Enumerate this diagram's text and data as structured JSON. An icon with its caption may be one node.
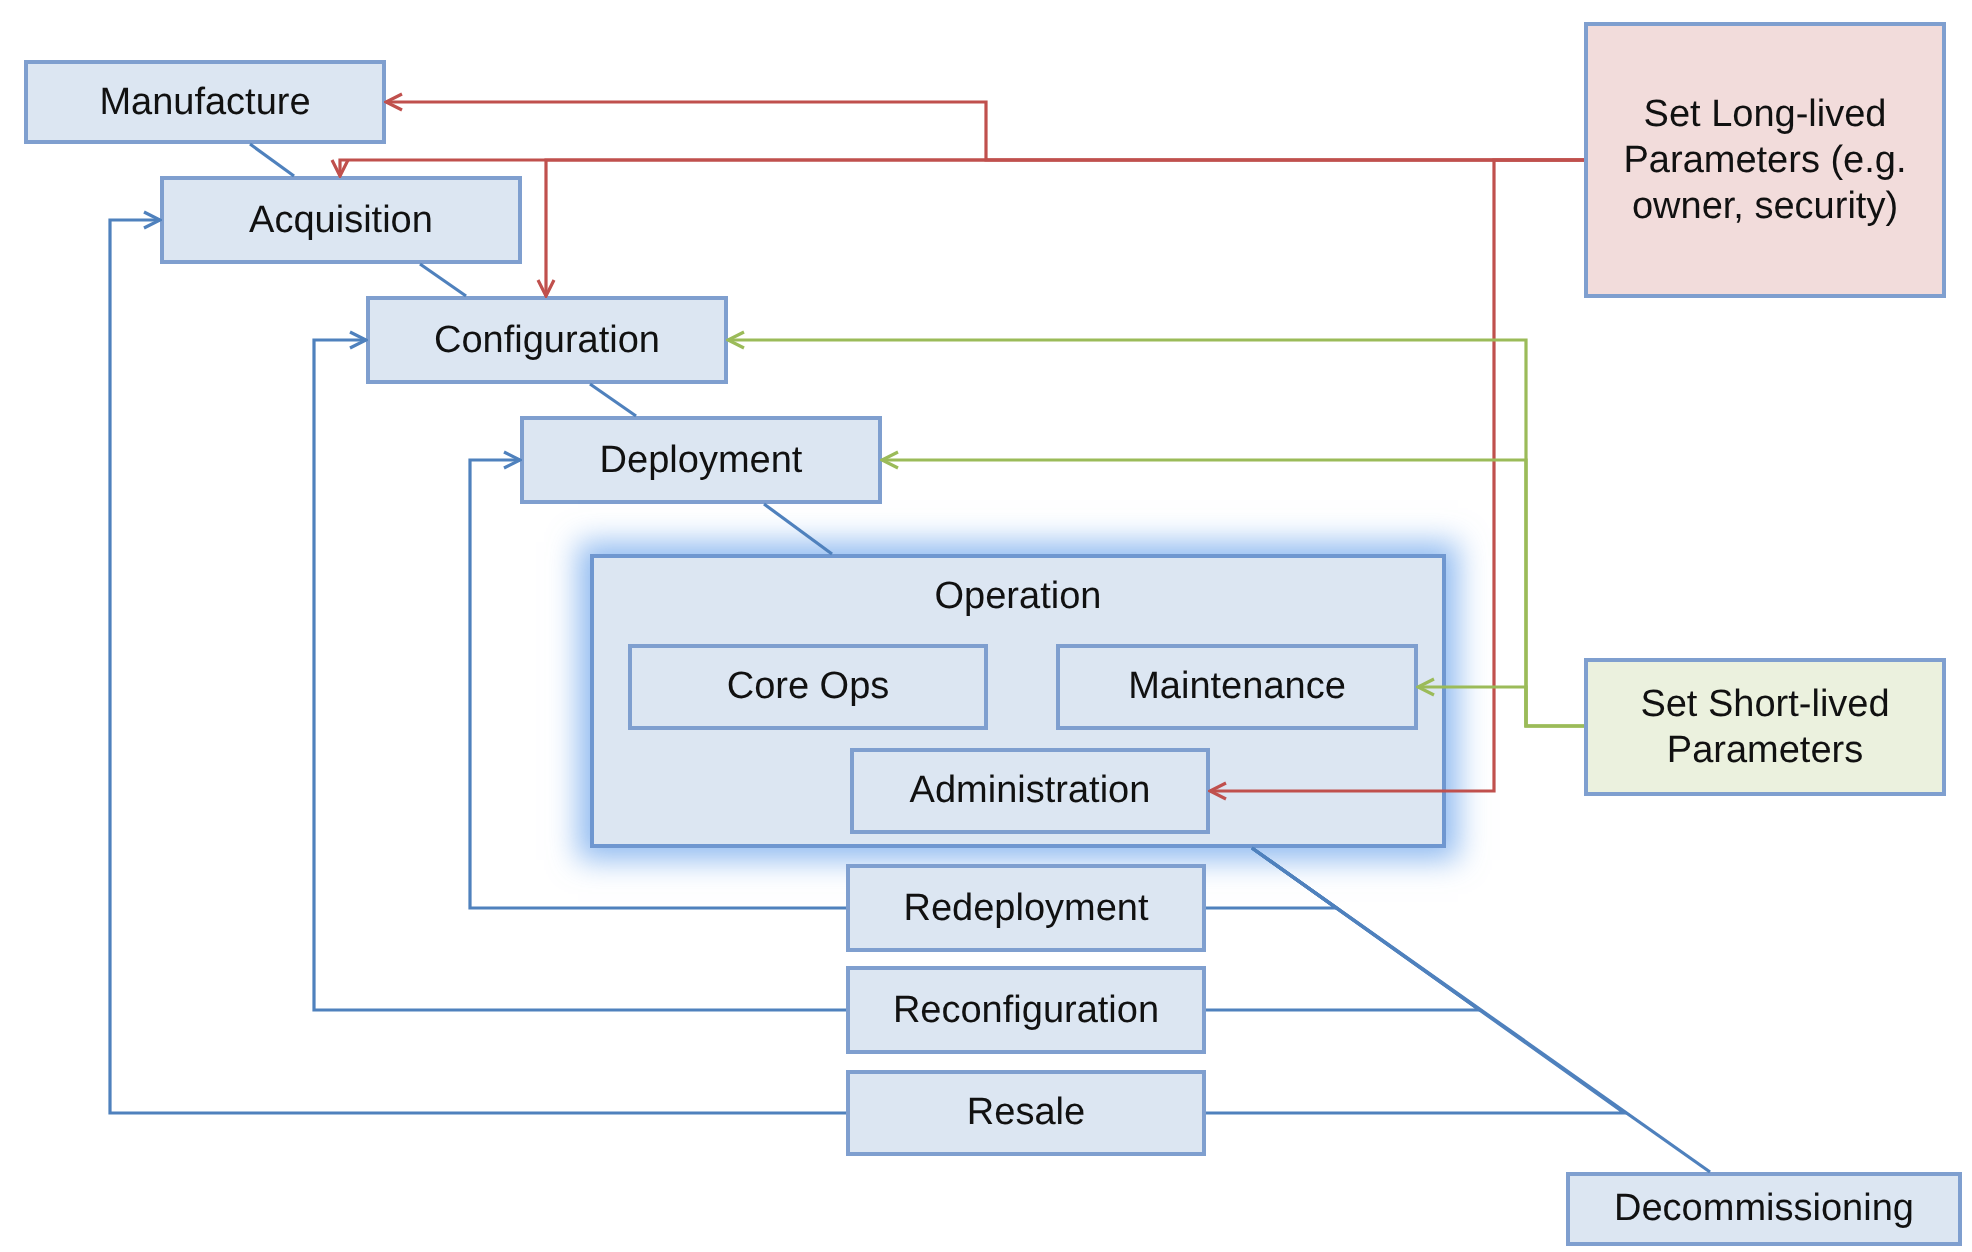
{
  "diagram": {
    "nodes": [
      {
        "text": [
          "Manufacture"
        ]
      },
      {
        "text": [
          "Acquisition"
        ]
      },
      {
        "text": [
          "Configuration"
        ]
      },
      {
        "text": [
          "Deployment"
        ]
      },
      {
        "text": [
          "Operation"
        ]
      },
      {
        "text": [
          "Core Ops"
        ],
        "in": 4
      },
      {
        "text": [
          "Maintenance"
        ],
        "in": 4
      },
      {
        "text": [
          "Administration"
        ],
        "in": 4
      },
      {
        "text": [
          "Redeployment"
        ]
      },
      {
        "text": [
          "Reconfiguration"
        ]
      },
      {
        "text": [
          "Resale"
        ]
      },
      {
        "text": [
          "Decommissioning"
        ]
      },
      {
        "text": [
          "Set Long-lived Parameters (e.g. owner, security)"
        ]
      },
      {
        "text": [
          "Set Short-lived Parameters"
        ]
      }
    ],
    "edges": [
      {
        "from": 0,
        "to": 1,
        "arrow": "none"
      },
      {
        "from": 1,
        "to": 2,
        "arrow": "none"
      },
      {
        "from": 2,
        "to": 3,
        "arrow": "none"
      },
      {
        "from": 3,
        "to": 4,
        "arrow": "none"
      },
      {
        "from": 4,
        "to": 11,
        "arrow": "none"
      },
      {
        "from": 4,
        "to": 8,
        "arrow": "none"
      },
      {
        "from": 4,
        "to": 9,
        "arrow": "none"
      },
      {
        "from": 4,
        "to": 10,
        "arrow": "none"
      },
      {
        "from": 8,
        "to": 3,
        "arrow": "to"
      },
      {
        "from": 9,
        "to": 2,
        "arrow": "to"
      },
      {
        "from": 10,
        "to": 1,
        "arrow": "to"
      },
      {
        "from": 12,
        "to": 0,
        "arrow": "to",
        "color": "#c0504d"
      },
      {
        "from": 12,
        "to": 1,
        "arrow": "to",
        "color": "#c0504d"
      },
      {
        "from": 12,
        "to": 2,
        "arrow": "to",
        "color": "#c0504d"
      },
      {
        "from": 12,
        "to": 7,
        "arrow": "to",
        "color": "#c0504d"
      },
      {
        "from": 13,
        "to": 2,
        "arrow": "to",
        "color": "#9bbb59"
      },
      {
        "from": 13,
        "to": 3,
        "arrow": "to",
        "color": "#9bbb59"
      },
      {
        "from": 13,
        "to": 6,
        "arrow": "to",
        "color": "#9bbb59"
      }
    ]
  }
}
